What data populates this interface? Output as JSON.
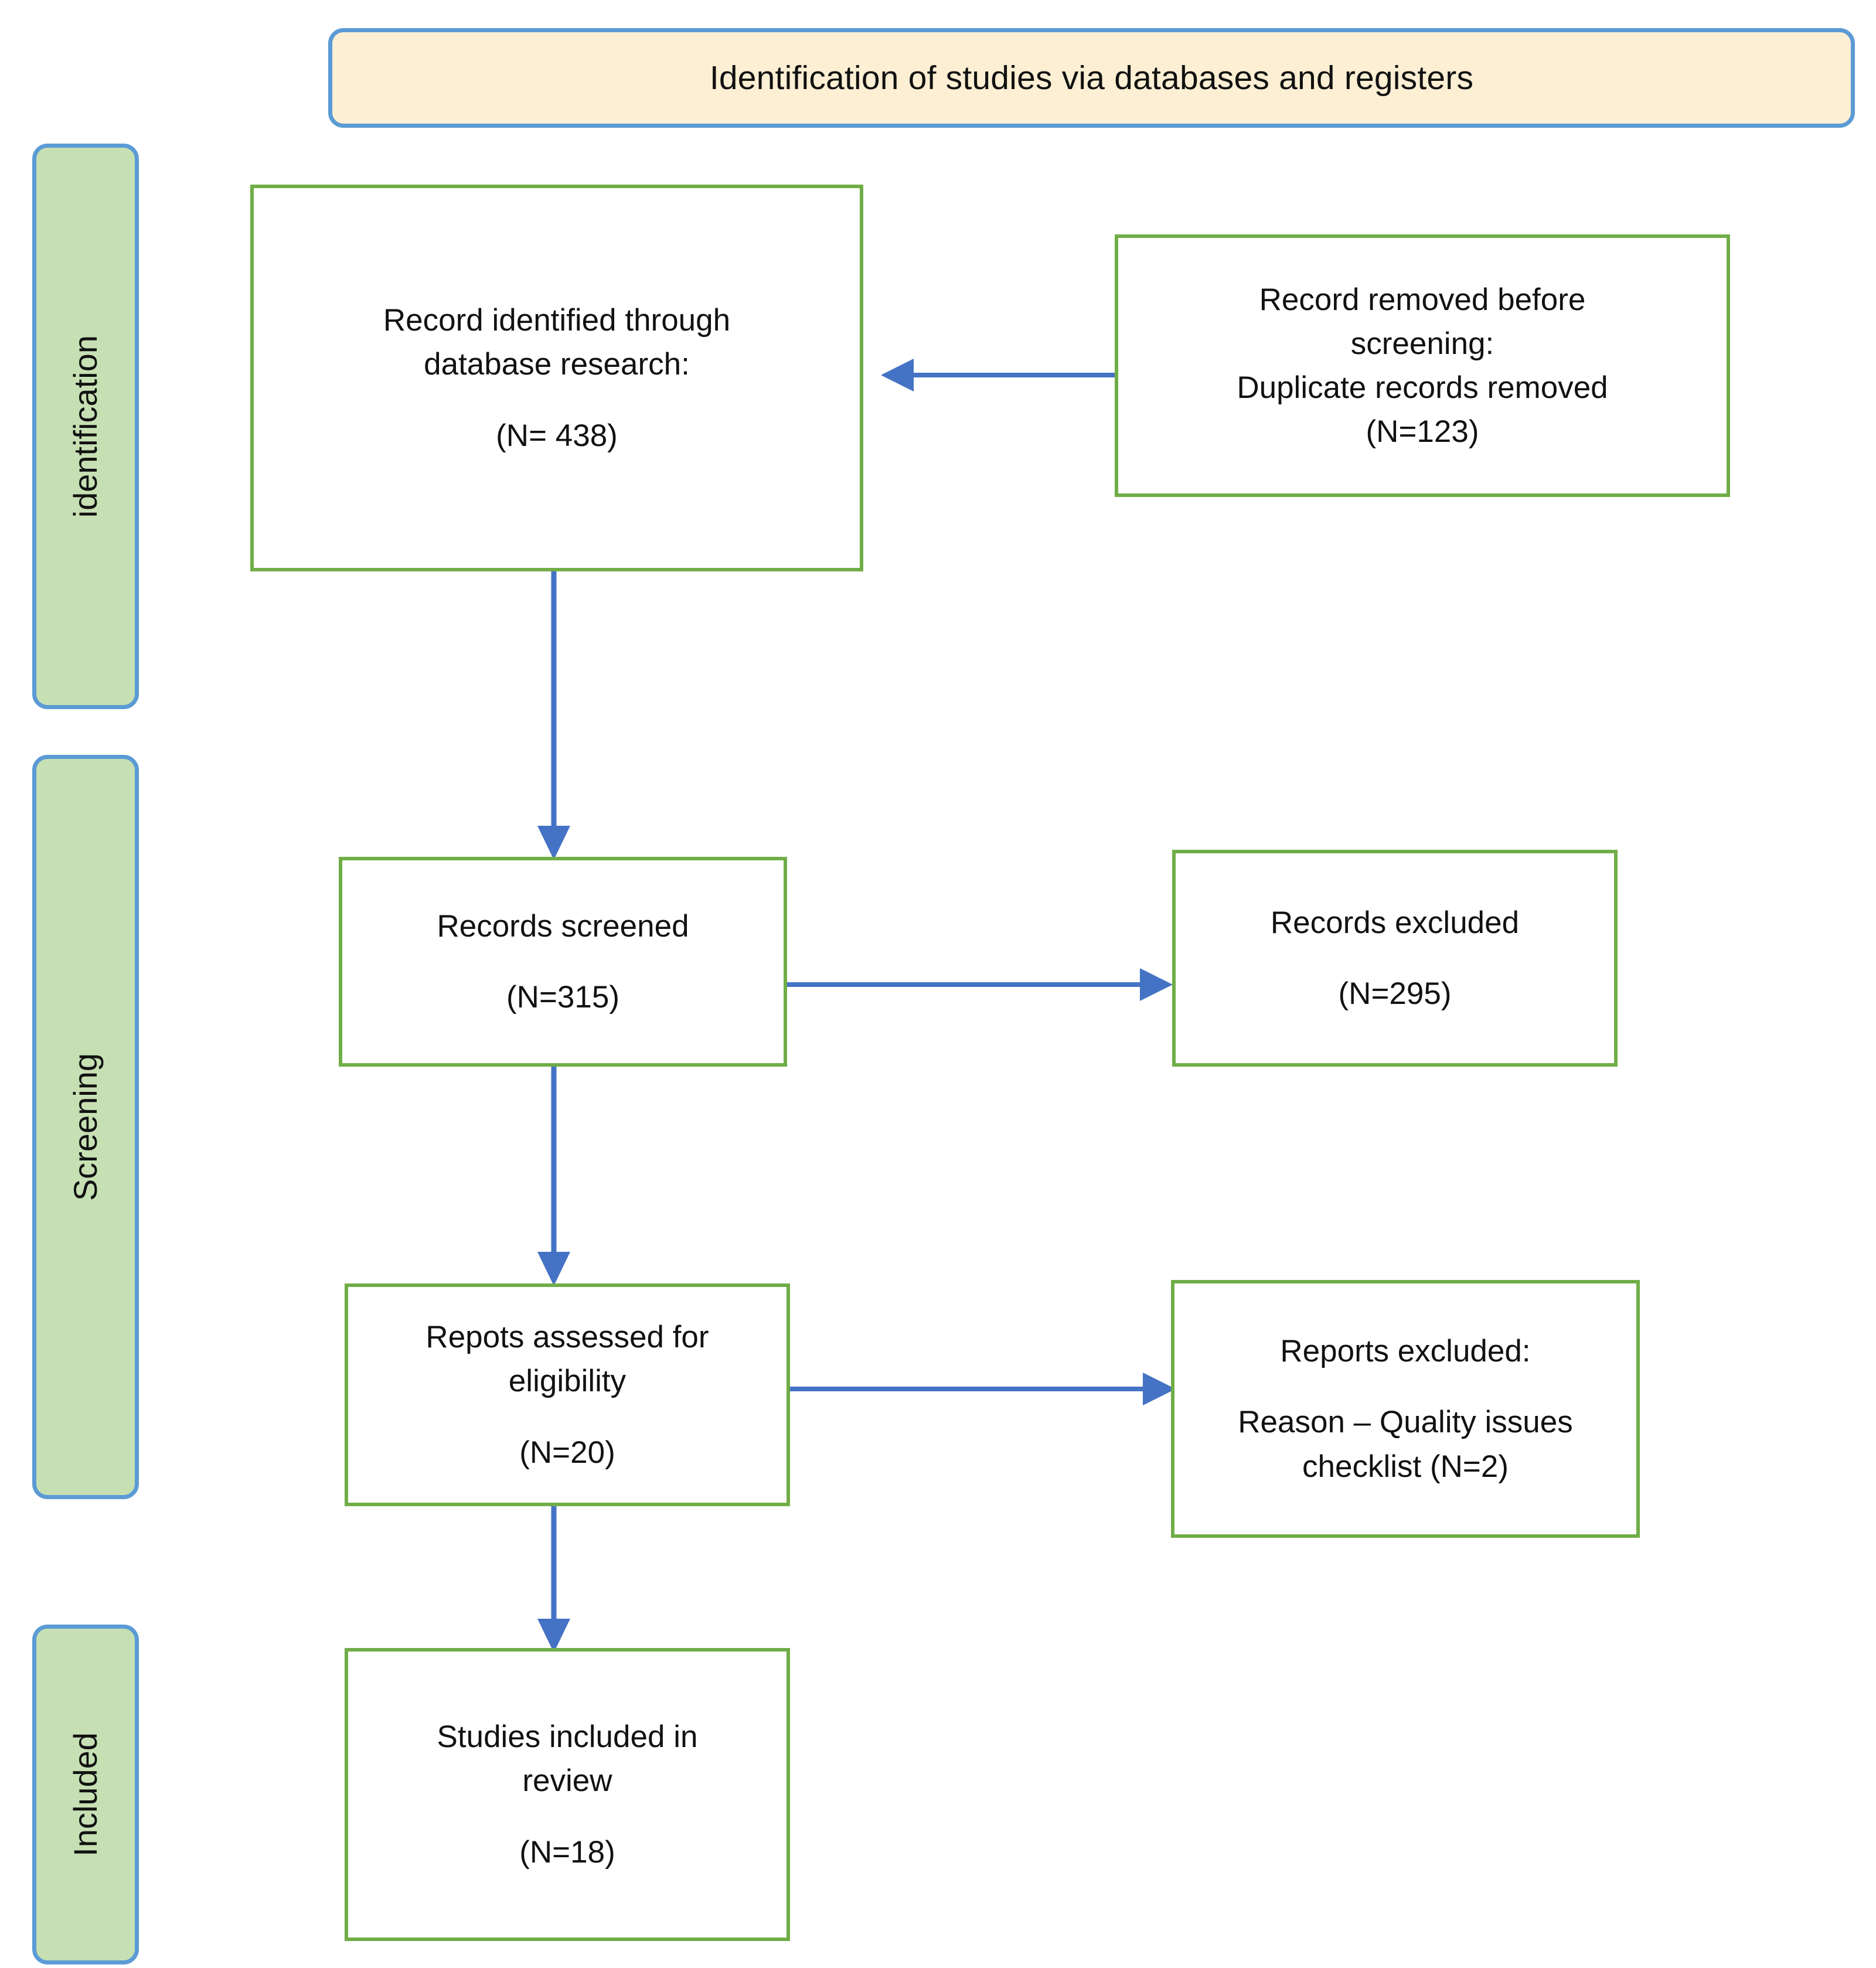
{
  "banner": {
    "title": "Identification of studies via databases and registers"
  },
  "stages": [
    {
      "id": "identification",
      "label": "identification"
    },
    {
      "id": "screening",
      "label": "Screening"
    },
    {
      "id": "included",
      "label": "Included"
    }
  ],
  "boxes": {
    "identified": {
      "line1": "Record identified through\ndatabase research:",
      "line2": "(N= 438)"
    },
    "removed": {
      "line1": "Record removed before\nscreening:\nDuplicate records removed\n(N=123)"
    },
    "screened": {
      "line1": "Records screened",
      "line2": "(N=315)"
    },
    "excluded": {
      "line1": "Records excluded",
      "line2": "(N=295)"
    },
    "eligible": {
      "line1": "Repots assessed for\neligibility",
      "line2": "(N=20)"
    },
    "reports_excluded": {
      "line1": "Reports excluded:",
      "line2": "Reason – Quality issues\nchecklist (N=2)"
    },
    "included": {
      "line1": "Studies included in\nreview",
      "line2": "(N=18)"
    }
  },
  "colors": {
    "banner_fill": "#FCEFD3",
    "banner_border": "#5B9BD5",
    "stage_fill": "#C6E0B4",
    "stage_border": "#5B9BD5",
    "box_border": "#70AD47",
    "arrow": "#4472C4",
    "text": "#111111"
  },
  "connectors": [
    {
      "name": "removed-to-identified",
      "direction": "left"
    },
    {
      "name": "identified-to-screened",
      "direction": "down"
    },
    {
      "name": "screened-to-excluded",
      "direction": "right"
    },
    {
      "name": "screened-to-eligible",
      "direction": "down"
    },
    {
      "name": "eligible-to-reports-excluded",
      "direction": "right"
    },
    {
      "name": "eligible-to-included",
      "direction": "down"
    }
  ]
}
